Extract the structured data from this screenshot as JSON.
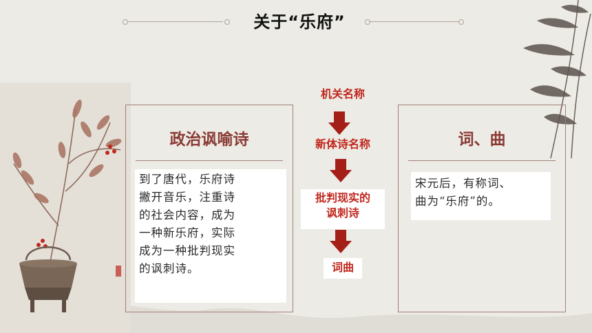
{
  "slide": {
    "title": "关于“乐府”",
    "left_panel": {
      "heading": "政治讽喻诗",
      "lines": [
        "到了唐代，乐府诗",
        "撇开音乐，注重诗",
        "的社会内容，成为",
        "一种新乐府，实际",
        "成为一种批判现实",
        "的讽刺诗。"
      ]
    },
    "right_panel": {
      "heading": "词、曲",
      "lines": [
        "宋元后，有称词、",
        "曲为“乐府”的。"
      ]
    },
    "flow": {
      "step1": "机关名称",
      "step2": "新体诗名称",
      "step3_lines": [
        "批判现实的",
        "讽刺诗"
      ],
      "step4": "词曲"
    },
    "colors": {
      "accent_red": "#c0271d",
      "heading_red": "#8a3a34",
      "arrow_red": "#a41f17",
      "panel_border": "#a07f78",
      "background": "#ecebe5"
    },
    "icons": [
      "down-arrow-icon",
      "flower-branch-decoration",
      "bamboo-decoration"
    ]
  }
}
